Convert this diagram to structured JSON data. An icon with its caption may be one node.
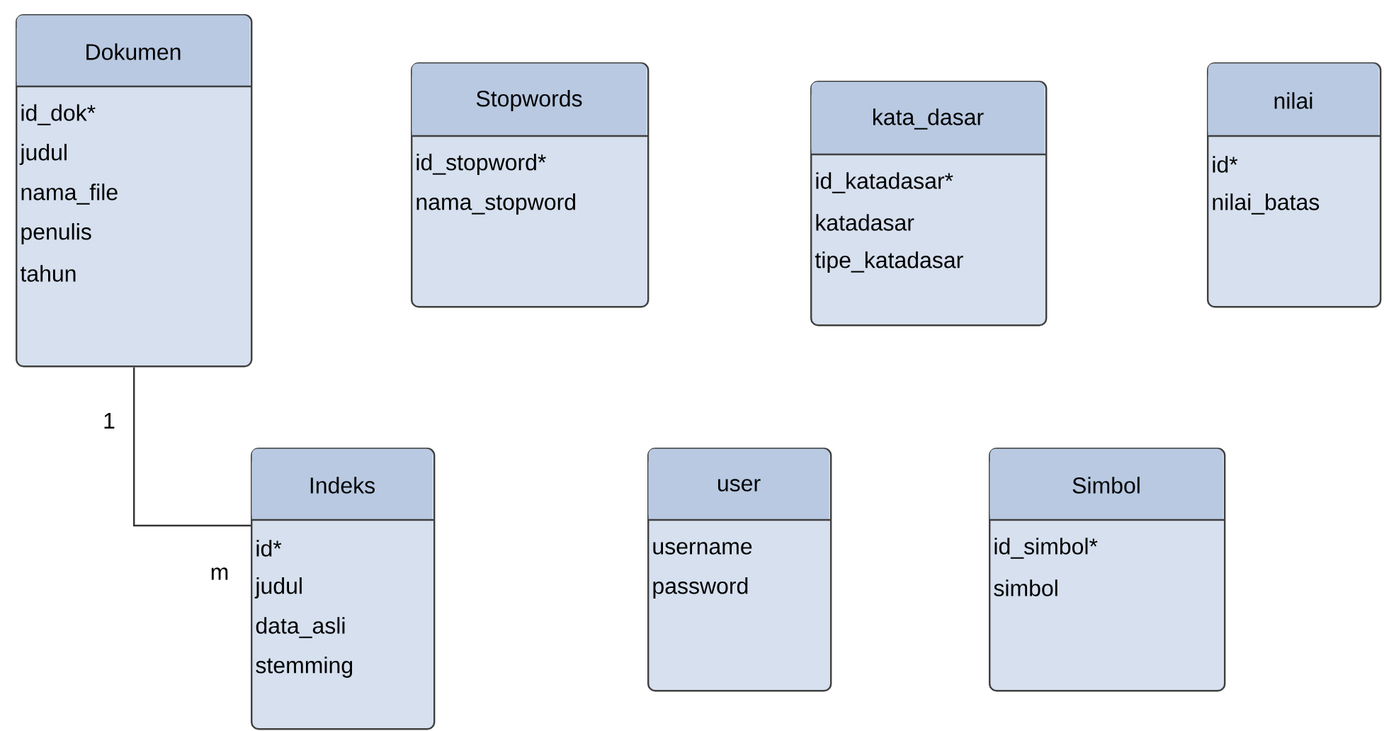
{
  "diagram": {
    "nodes": [
      {
        "text": [
          "Dokumen",
          "id_dok*",
          "judul",
          "nama_file",
          "penulis",
          "tahun"
        ]
      },
      {
        "text": [
          "Stopwords",
          "id_stopword*",
          "nama_stopword"
        ]
      },
      {
        "text": [
          "kata_dasar",
          "id_katadasar*",
          "katadasar",
          "tipe_katadasar"
        ]
      },
      {
        "text": [
          "nilai",
          "id*",
          "nilai_batas"
        ]
      },
      {
        "text": [
          "Indeks",
          "id*",
          "judul",
          "data_asli",
          "stemming"
        ]
      },
      {
        "text": [
          "user",
          "username",
          "password"
        ]
      },
      {
        "text": [
          "Simbol",
          "id_simbol*",
          "simbol"
        ]
      }
    ],
    "edges": [
      {
        "from": 0,
        "to": 4,
        "arrow": "none"
      }
    ],
    "labels": [
      "1",
      "m"
    ]
  }
}
